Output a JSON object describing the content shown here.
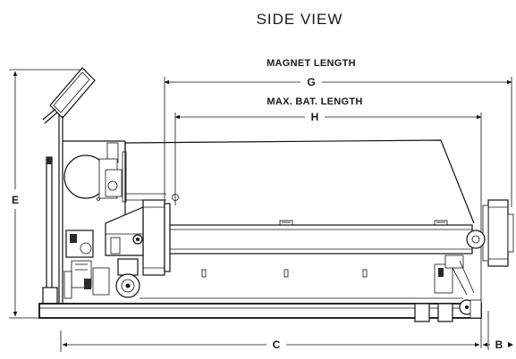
{
  "diagram": {
    "title": "SIDE VIEW",
    "labels": {
      "magnet_length": "MAGNET LENGTH",
      "max_bat_length": "MAX. BAT. LENGTH"
    },
    "dimensions": {
      "g": "G",
      "h": "H",
      "e": "E",
      "c": "C",
      "b": "B"
    }
  }
}
